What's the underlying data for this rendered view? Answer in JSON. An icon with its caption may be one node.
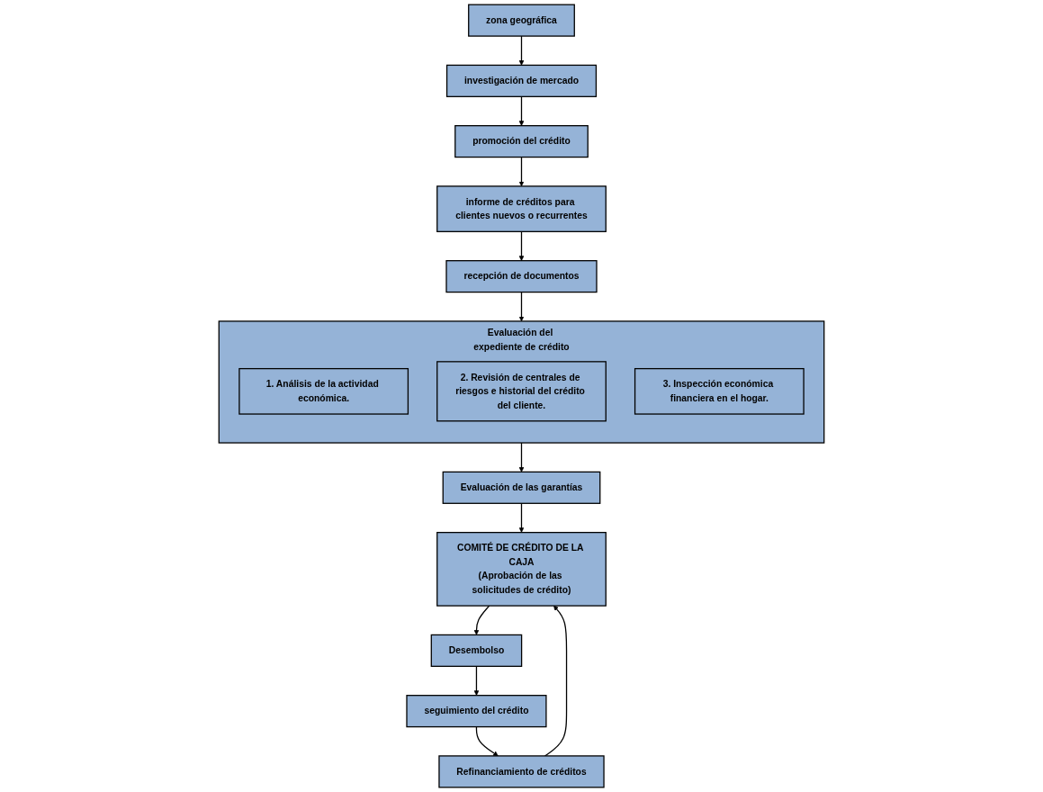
{
  "diagram": {
    "nodes": [
      {
        "text": [
          "zona geográfica"
        ]
      },
      {
        "text": [
          "investigación de mercado"
        ]
      },
      {
        "text": [
          "promoción del crédito"
        ]
      },
      {
        "text": [
          "informe de créditos para clientes nuevos o recurrentes"
        ]
      },
      {
        "text": [
          "recepción de documentos"
        ]
      },
      {
        "text": [
          "Evaluación del expediente de crédito"
        ]
      },
      {
        "text": [
          "1. Análisis de la actividad económica."
        ],
        "in": 5
      },
      {
        "text": [
          "2. Revisión de centrales de riesgos e historial del crédito del cliente."
        ],
        "in": 5
      },
      {
        "text": [
          "3. Inspección económica financiera en el hogar."
        ],
        "in": 5
      },
      {
        "text": [
          "Evaluación de las garantías"
        ]
      },
      {
        "text": [
          "COMITÉ DE CRÉDITO DE LA CAJA",
          "(Aprobación de las solicitudes de crédito)"
        ]
      },
      {
        "text": [
          "Desembolso"
        ]
      },
      {
        "text": [
          "seguimiento del crédito"
        ]
      },
      {
        "text": [
          "Refinanciamiento de créditos"
        ]
      }
    ],
    "edges": [
      {
        "from": 0,
        "to": 1,
        "arrow": "to"
      },
      {
        "from": 1,
        "to": 2,
        "arrow": "to"
      },
      {
        "from": 2,
        "to": 3,
        "arrow": "to"
      },
      {
        "from": 3,
        "to": 4,
        "arrow": "to"
      },
      {
        "from": 4,
        "to": 5,
        "arrow": "to"
      },
      {
        "from": 5,
        "to": 9,
        "arrow": "to"
      },
      {
        "from": 9,
        "to": 10,
        "arrow": "to"
      },
      {
        "from": 10,
        "to": 11,
        "arrow": "to"
      },
      {
        "from": 11,
        "to": 12,
        "arrow": "to"
      },
      {
        "from": 12,
        "to": 13,
        "arrow": "to"
      },
      {
        "from": 13,
        "to": 10,
        "arrow": "to"
      }
    ]
  }
}
